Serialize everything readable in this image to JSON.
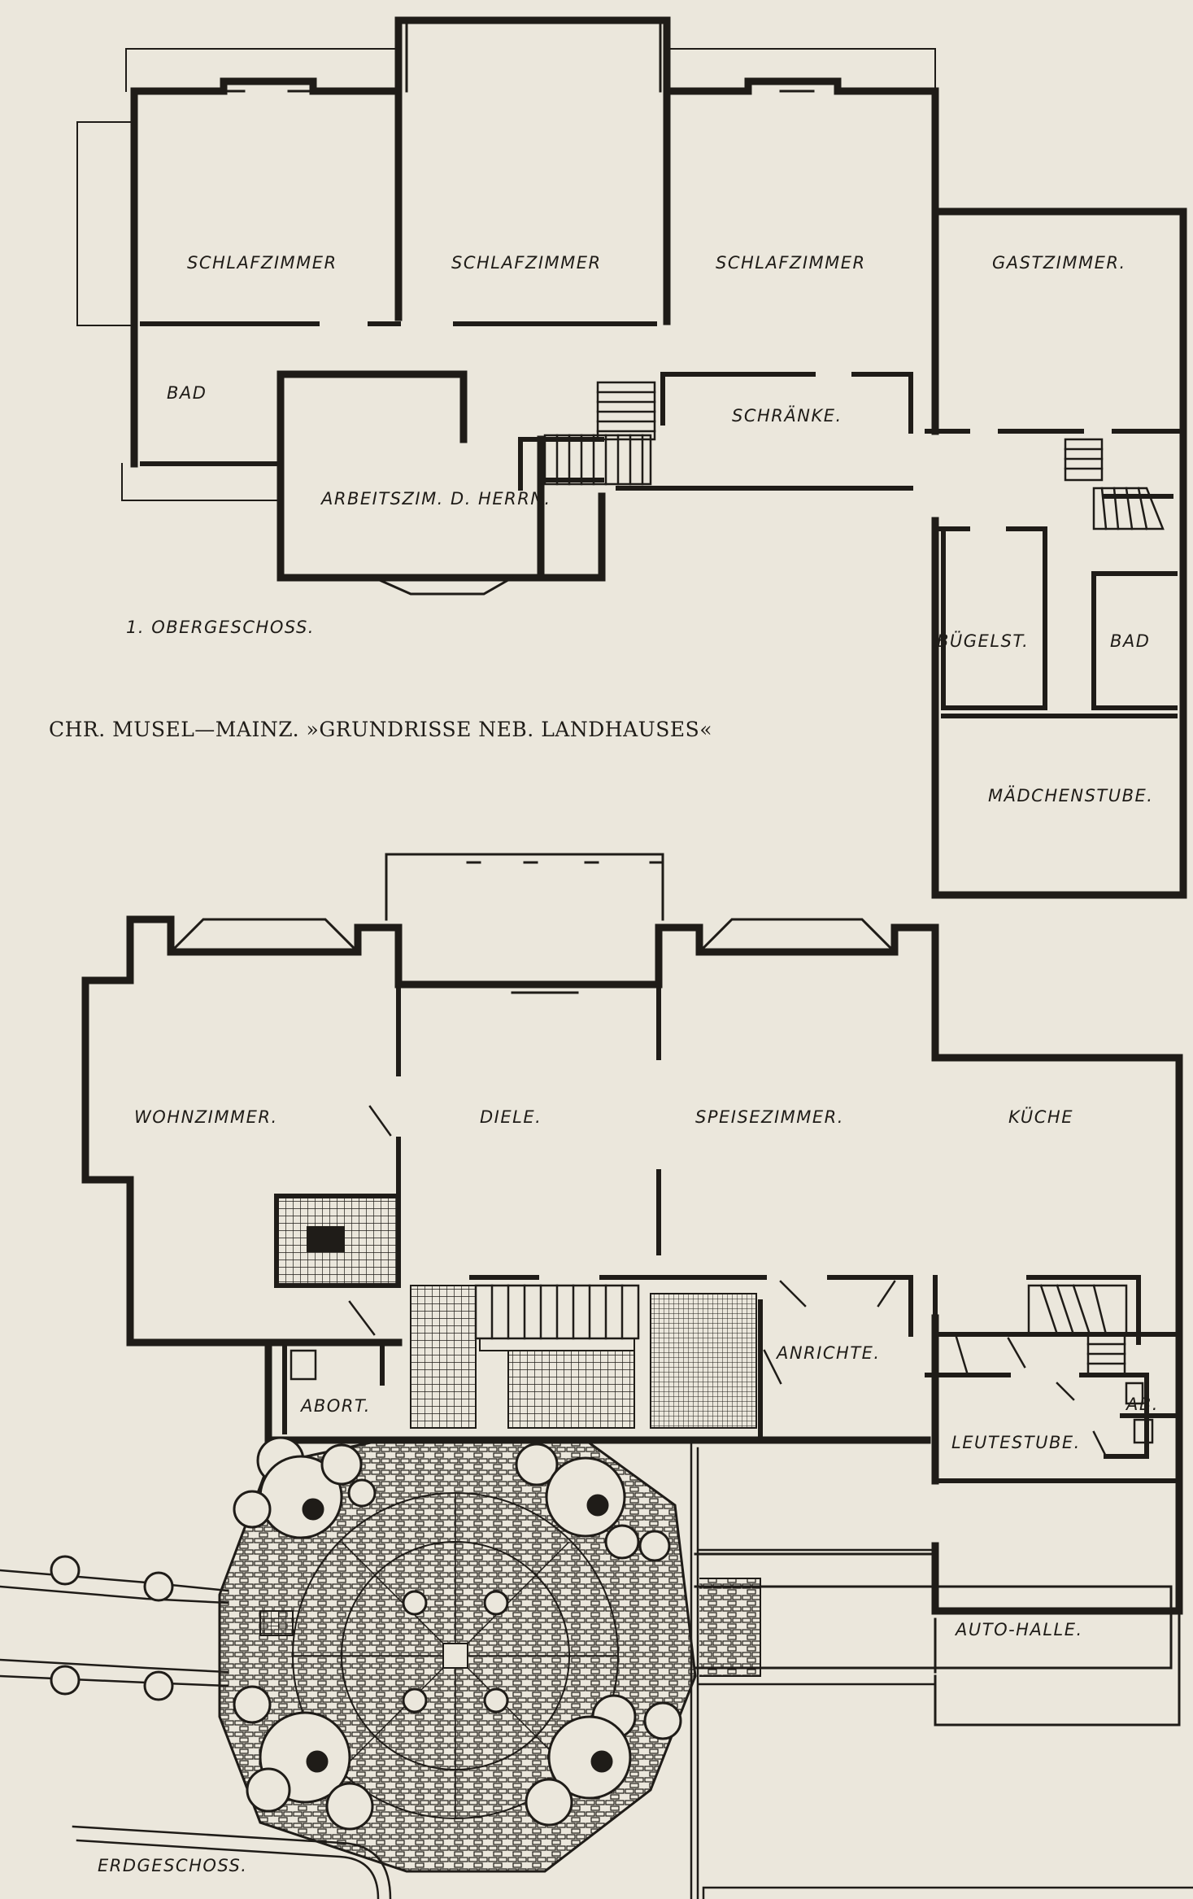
{
  "caption": "CHR. MUSEL—MAINZ. »GRUNDRISSE NEB. LANDHAUSES«",
  "upper_floor": {
    "label": "1. OBERGESCHOSS.",
    "rooms": {
      "schlafzimmer_1": "SCHLAFZIMMER",
      "schlafzimmer_2": "SCHLAFZIMMER",
      "schlafzimmer_3": "SCHLAFZIMMER",
      "gastzimmer": "GASTZIMMER.",
      "bad_west": "BAD",
      "schraenke": "SCHRÄNKE.",
      "arbeitszimmer": "ARBEITSZIM. D. HERRN.",
      "buegelstube": "BÜGELST.",
      "bad_east": "BAD",
      "maedchenstube": "MÄDCHENSTUBE."
    }
  },
  "ground_floor": {
    "label": "ERDGESCHOSS.",
    "rooms": {
      "wohnzimmer": "WOHNZIMMER.",
      "diele": "DIELE.",
      "speisezimmer": "SPEISEZIMMER.",
      "kueche": "KÜCHE",
      "anrichte": "ANRICHTE.",
      "abort": "ABORT.",
      "ab": "AB.",
      "leutestube": "LEUTESTUBE.",
      "autohalle": "AUTO-HALLE."
    }
  }
}
